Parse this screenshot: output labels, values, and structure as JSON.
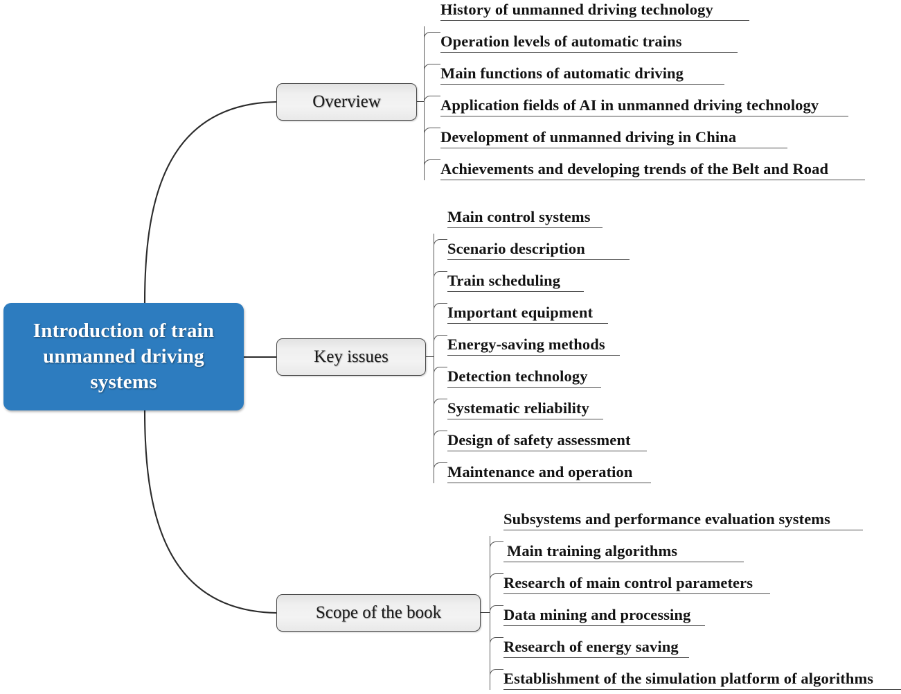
{
  "diagram": {
    "type": "mind-map",
    "title": "Introduction of train unmanned driving systems",
    "colors": {
      "root_fill": "#2d7cbf",
      "root_text": "#ffffff",
      "branch_fill": "#efefef",
      "branch_border": "#4a4a4a",
      "leaf_text": "#131313",
      "connector": "#333333",
      "background": "#ffffff"
    },
    "root": {
      "label": "Introduction of train\nunmanned driving\nsystems",
      "label_flat": "Introduction of train unmanned driving systems"
    },
    "branches": [
      {
        "id": "overview",
        "label": "Overview",
        "leaves": [
          {
            "label": "History of unmanned driving technology"
          },
          {
            "label": "Operation levels of automatic trains"
          },
          {
            "label": "Main functions of automatic driving"
          },
          {
            "label": "Application fields of AI in unmanned driving technology"
          },
          {
            "label": "Development of unmanned driving in China"
          },
          {
            "label": "Achievements and developing trends of the Belt and Road"
          }
        ]
      },
      {
        "id": "key-issues",
        "label": "Key issues",
        "leaves": [
          {
            "label": "Main control systems"
          },
          {
            "label": "Scenario description"
          },
          {
            "label": "Train scheduling"
          },
          {
            "label": "Important equipment"
          },
          {
            "label": "Energy-saving methods"
          },
          {
            "label": "Detection technology"
          },
          {
            "label": "Systematic reliability"
          },
          {
            "label": "Design of safety assessment"
          },
          {
            "label": "Maintenance and operation"
          }
        ]
      },
      {
        "id": "scope-of-the-book",
        "label": "Scope of the book",
        "leaves": [
          {
            "label": "Subsystems and performance evaluation systems"
          },
          {
            "label": "Main training algorithms"
          },
          {
            "label": "Research of main control parameters"
          },
          {
            "label": "Data mining and processing"
          },
          {
            "label": "Research of energy saving"
          },
          {
            "label": "Establishment of the simulation platform of algorithms"
          }
        ]
      }
    ]
  }
}
